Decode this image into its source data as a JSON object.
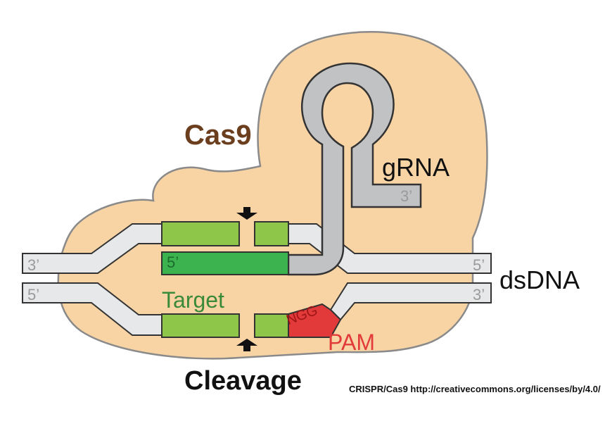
{
  "labels": {
    "cas9": "Cas9",
    "grna": "gRNA",
    "dsdna": "dsDNA",
    "target": "Target",
    "pam": "PAM",
    "cleavage": "Cleavage",
    "credit": "CRISPR/Cas9 http://creativecommons.org/licenses/by/4.0/"
  },
  "strand_ends": {
    "top_left": "3’",
    "top_right": "5’",
    "bottom_left": "5’",
    "bottom_right": "3’",
    "guide_5": "5’",
    "grna_3": "3’"
  },
  "pam_sequence": "NGG",
  "colors": {
    "protein": "#f8d4a5",
    "protein_outline": "#8a8a8a",
    "target_green": "#8ec64a",
    "guide_green": "#3db34f",
    "rna_gray": "#c1c2c4",
    "strand_gray": "#e7e8e9",
    "pam_red": "#e23a3a",
    "cas9_text": "#6b3e1e"
  }
}
